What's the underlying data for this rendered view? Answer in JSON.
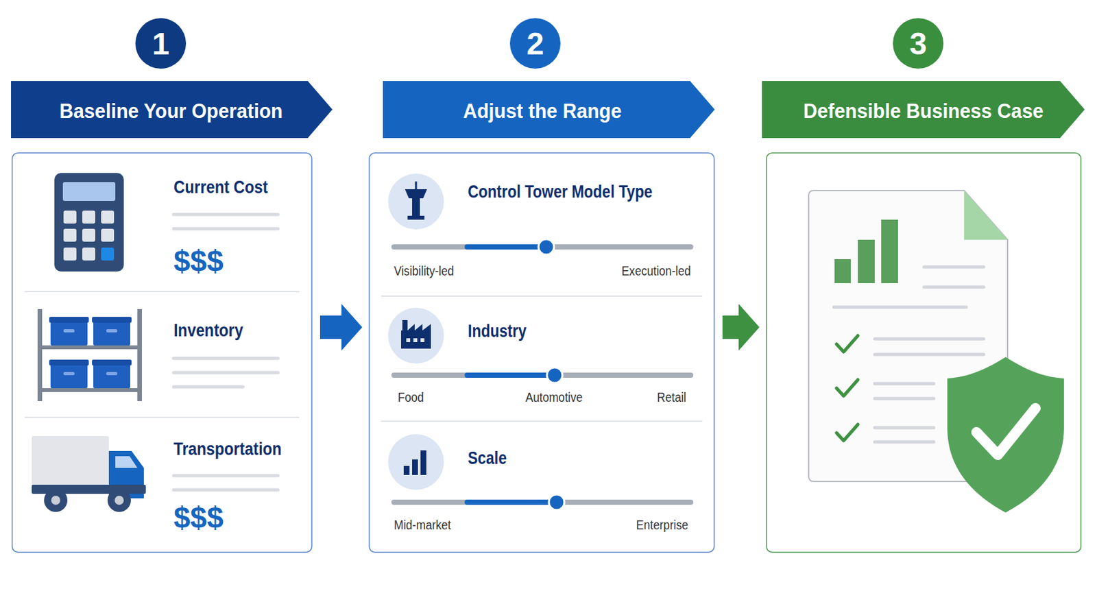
{
  "diagram": {
    "nodes": [
      {
        "text": [
          "1"
        ]
      },
      {
        "text": [
          "2"
        ]
      },
      {
        "text": [
          "3"
        ]
      },
      {
        "text": [
          "Baseline Your Operation"
        ]
      },
      {
        "text": [
          "Current Cost",
          "$$$"
        ],
        "in": 3
      },
      {
        "text": [
          "Inventory"
        ],
        "in": 3
      },
      {
        "text": [
          "Transportation",
          "$$$"
        ],
        "in": 3
      },
      {
        "text": [
          "Adjust the Range"
        ]
      },
      {
        "text": [
          "Control Tower Model Type",
          "Visibility-led",
          "Execution-led"
        ],
        "in": 7
      },
      {
        "text": [
          "Industry",
          "Food",
          "Automotive",
          "Retail"
        ],
        "in": 7
      },
      {
        "text": [
          "Scale",
          "Mid-market",
          "Enterprise"
        ],
        "in": 7
      },
      {
        "text": [
          "Defensible Business Case"
        ]
      }
    ],
    "edges": [
      {
        "from": 3,
        "to": 7,
        "arrow": "to"
      },
      {
        "from": 7,
        "to": 11,
        "arrow": "to"
      }
    ]
  }
}
